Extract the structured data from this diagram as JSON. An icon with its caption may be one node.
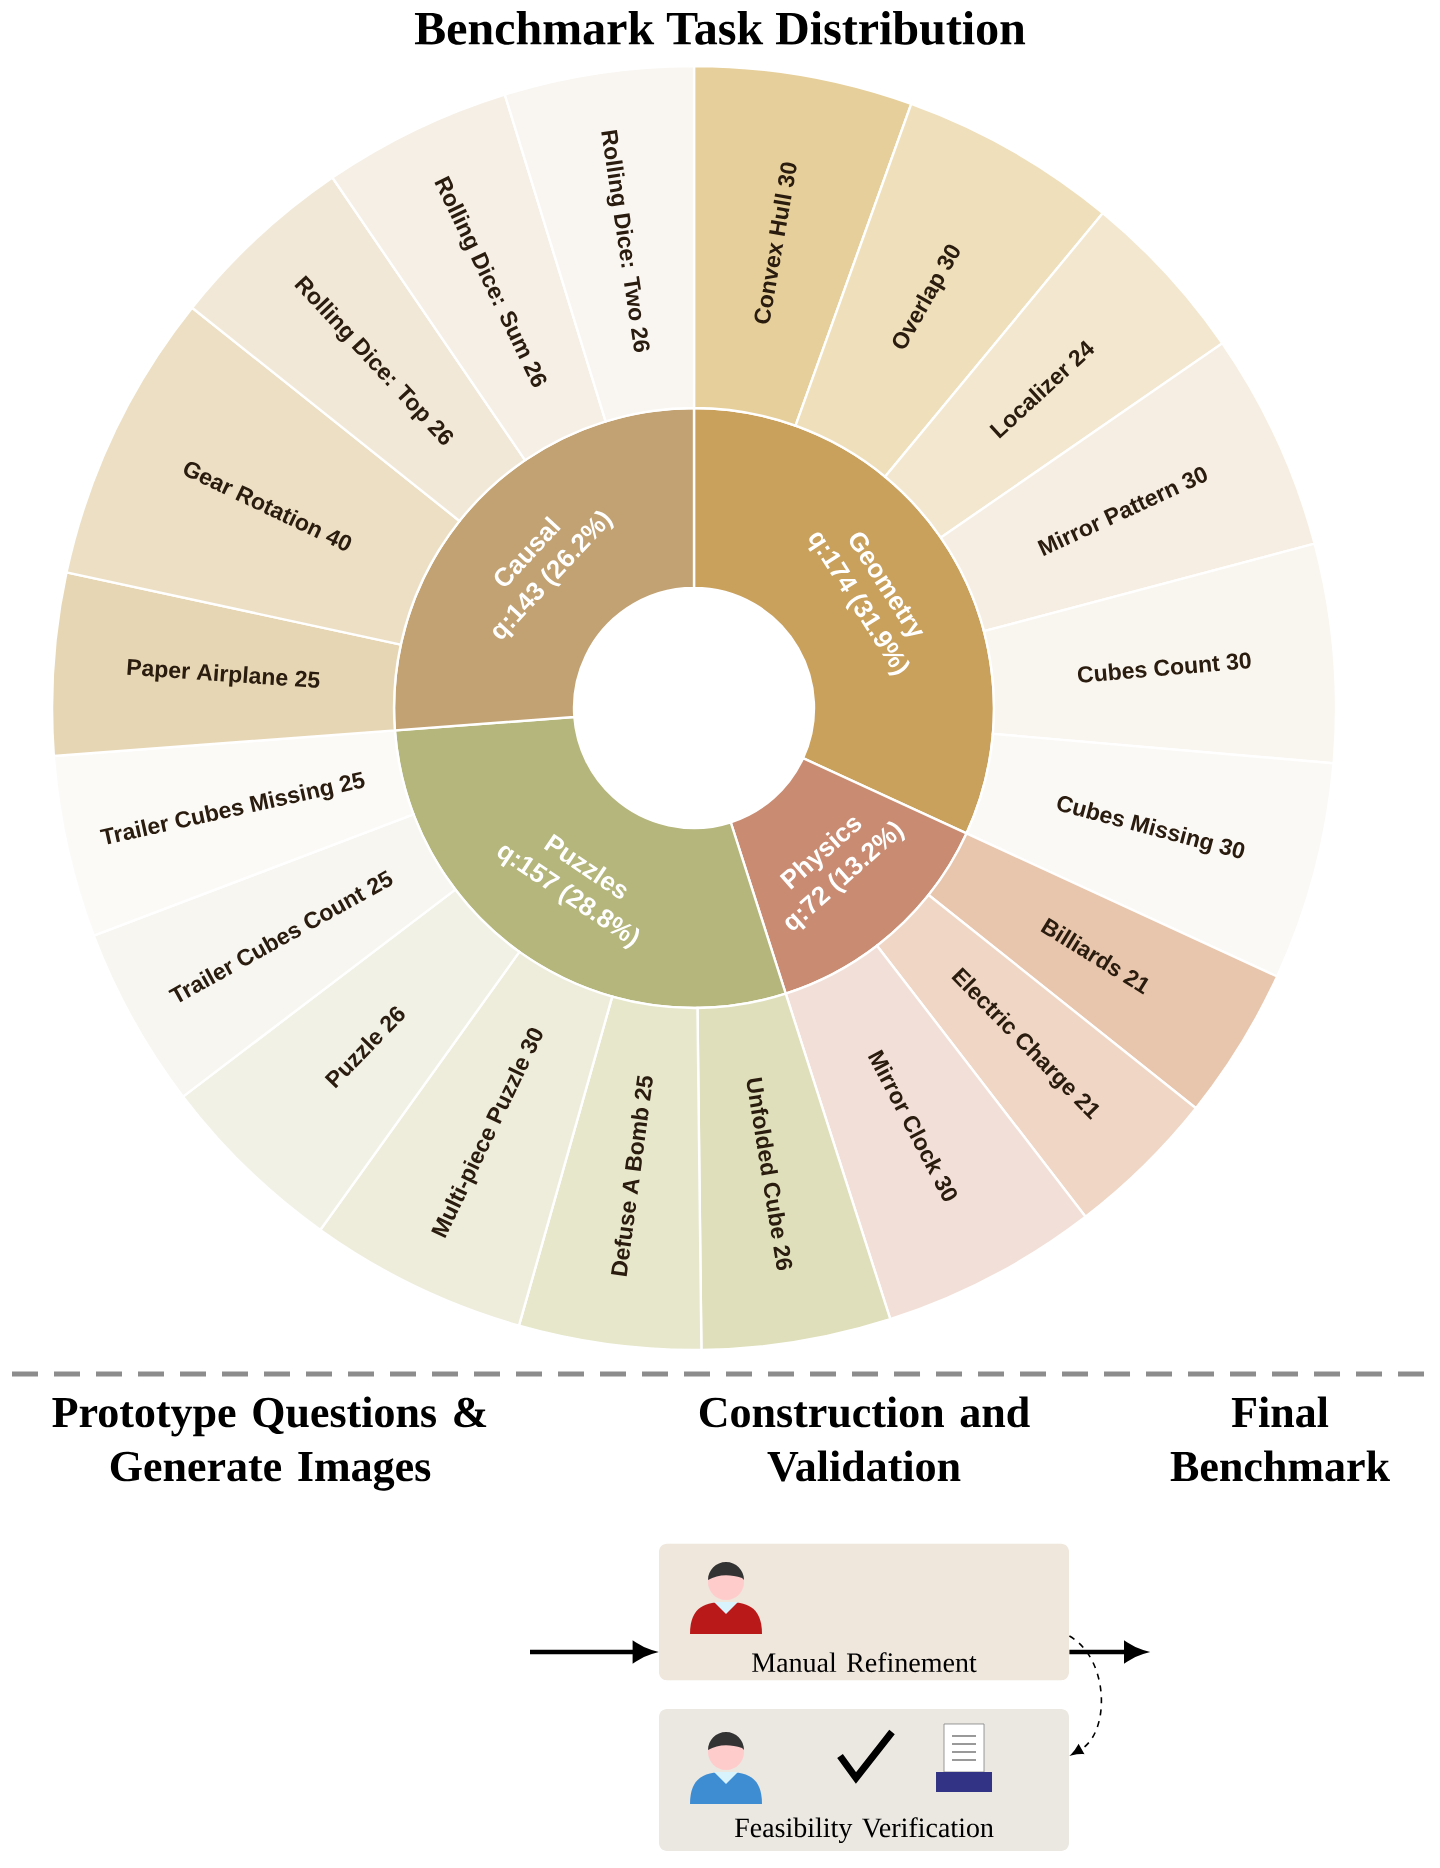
{
  "diagram": {
    "title": "Benchmark Task Distribution",
    "nodes": [
      {
        "text": [
          "Geometry",
          "q:174 (31.9%)"
        ]
      },
      {
        "text": [
          "Physics",
          "q:72 (13.2%)"
        ]
      },
      {
        "text": [
          "Puzzles",
          "q:157 (28.8%)"
        ]
      },
      {
        "text": [
          "Causal",
          "q:143 (26.2%)"
        ]
      },
      {
        "text": [
          "Convex Hull 30"
        ]
      },
      {
        "text": [
          "Overlap 30"
        ]
      },
      {
        "text": [
          "Localizer 24"
        ]
      },
      {
        "text": [
          "Mirror Pattern 30"
        ]
      },
      {
        "text": [
          "Cubes Count 30"
        ]
      },
      {
        "text": [
          "Cubes Missing 30"
        ]
      },
      {
        "text": [
          "Billiards 21"
        ]
      },
      {
        "text": [
          "Electric Charge 21"
        ]
      },
      {
        "text": [
          "Mirror Clock 30"
        ]
      },
      {
        "text": [
          "Unfolded Cube 26"
        ]
      },
      {
        "text": [
          "Defuse A Bomb 25"
        ]
      },
      {
        "text": [
          "Multi-piece Puzzle 30"
        ]
      },
      {
        "text": [
          "Puzzle 26"
        ]
      },
      {
        "text": [
          "Trailer Cubes Count 25"
        ]
      },
      {
        "text": [
          "Trailer Cubes Missing 25"
        ]
      },
      {
        "text": [
          "Paper Airplane 25"
        ]
      },
      {
        "text": [
          "Gear Rotation 40"
        ]
      },
      {
        "text": [
          "Rolling Dice: Top 26"
        ]
      },
      {
        "text": [
          "Rolling Dice: Sum 26"
        ]
      },
      {
        "text": [
          "Rolling Dice: Two 26"
        ]
      },
      {
        "text": [
          "Manual Refinement"
        ]
      },
      {
        "text": [
          "Feasibility Verification"
        ]
      }
    ],
    "edges": [
      {
        "from": null,
        "to": 24,
        "arrow": "to"
      },
      {
        "from": 24,
        "to": 25,
        "arrow": "to",
        "style": "dashed"
      },
      {
        "from": 24,
        "to": null,
        "arrow": "to"
      }
    ],
    "labels": [
      "Prototype Questions & Generate Images",
      "Construction and Validation",
      "Final Benchmark"
    ]
  }
}
